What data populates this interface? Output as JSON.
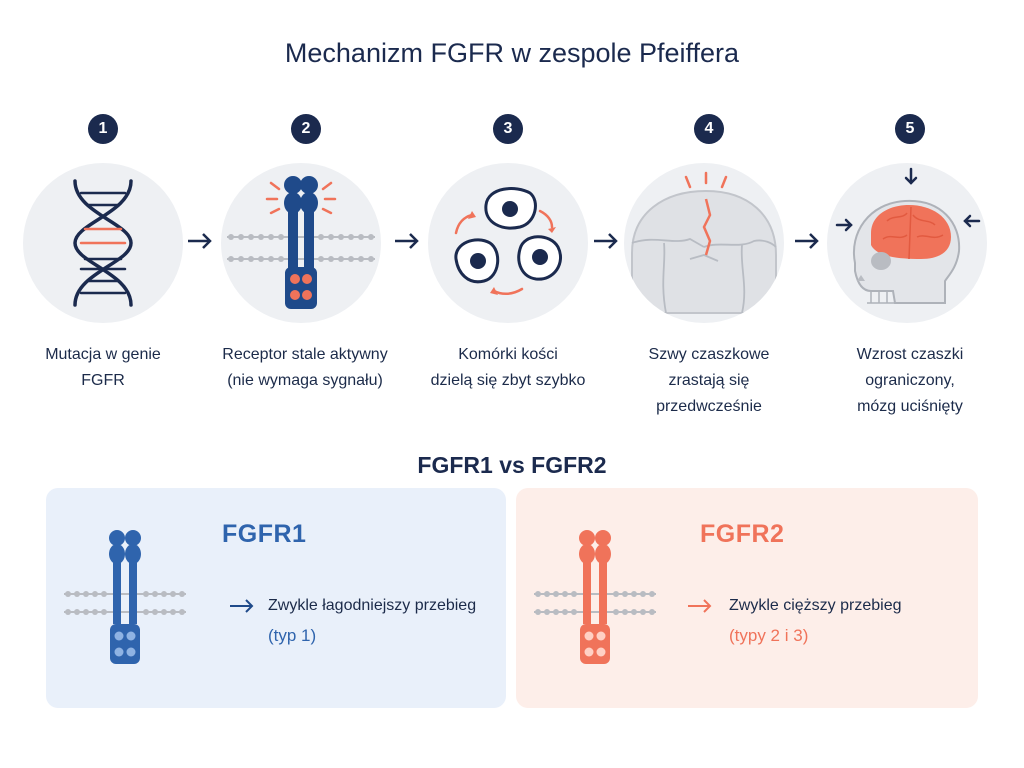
{
  "title": "Mechanizm FGFR w zespole Pfeiffera",
  "steps": [
    {
      "number": "1",
      "caption_lines": [
        "Mutacja w genie",
        "FGFR"
      ],
      "icon": "dna-icon"
    },
    {
      "number": "2",
      "caption_lines": [
        "Receptor stale aktywny",
        "(nie wymaga sygnału)"
      ],
      "icon": "receptor-icon"
    },
    {
      "number": "3",
      "caption_lines": [
        "Komórki kości",
        "dzielą się zbyt szybko"
      ],
      "icon": "cells-icon"
    },
    {
      "number": "4",
      "caption_lines": [
        "Szwy czaszkowe",
        "zrastają się",
        "przedwcześnie"
      ],
      "icon": "skull-sutures-icon"
    },
    {
      "number": "5",
      "caption_lines": [
        "Wzrost czaszki",
        "ograniczony,",
        "mózg uciśnięty"
      ],
      "icon": "skull-brain-icon"
    }
  ],
  "comparison": {
    "title": "FGFR1 vs FGFR2",
    "fgfr1": {
      "label": "FGFR1",
      "description": "Zwykle łagodniejszy przebieg",
      "type": "(typ 1)",
      "color": "#2f64ad"
    },
    "fgfr2": {
      "label": "FGFR2",
      "description": "Zwykle cięższy przebieg",
      "type": "(typy 2 i 3)",
      "color": "#f0735a"
    }
  },
  "colors": {
    "navy": "#1b2a4e",
    "accent_red": "#f0735a",
    "receptor_blue": "#2f64ad",
    "membrane_gray": "#b9bcc2"
  }
}
